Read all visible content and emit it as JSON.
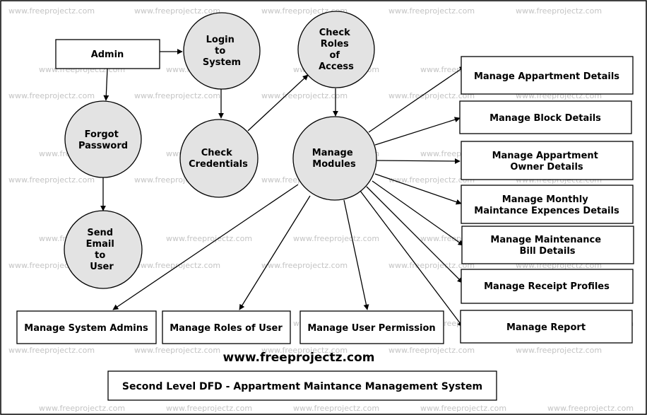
{
  "diagram": {
    "watermark": "www.freeprojectz.com",
    "website": "www.freeprojectz.com",
    "title": "Second Level DFD - Appartment Maintance Management System",
    "entities": {
      "admin": "Admin",
      "manage_appartment_details": "Manage Appartment Details",
      "manage_block_details": "Manage Block Details",
      "manage_appartment_owner_details": [
        "Manage Appartment",
        "Owner Details"
      ],
      "manage_monthly_maintance_expences_details": [
        "Manage Monthly",
        "Maintance Expences Details"
      ],
      "manage_maintenance_bill_details": [
        "Manage Maintenance",
        "Bill Details"
      ],
      "manage_receipt_profiles": "Manage Receipt Profiles",
      "manage_report": "Manage Report",
      "manage_system_admins": "Manage System Admins",
      "manage_roles_of_user": "Manage Roles of User",
      "manage_user_permission": "Manage User Permission"
    },
    "processes": {
      "login_to_system": [
        "Login",
        "to",
        "System"
      ],
      "check_roles_of_access": [
        "Check",
        "Roles",
        "of",
        "Access"
      ],
      "forgot_password": [
        "Forgot",
        "Password"
      ],
      "check_credentials": [
        "Check",
        "Credentials"
      ],
      "manage_modules": [
        "Manage",
        "Modules"
      ],
      "send_email_to_user": [
        "Send",
        "Email",
        "to",
        "User"
      ]
    },
    "flows": [
      {
        "from": "Admin",
        "to": "Login to System"
      },
      {
        "from": "Admin",
        "to": "Forgot Password"
      },
      {
        "from": "Login to System",
        "to": "Check Credentials"
      },
      {
        "from": "Check Credentials",
        "to": "Check Roles of Access"
      },
      {
        "from": "Check Roles of Access",
        "to": "Manage Modules"
      },
      {
        "from": "Forgot Password",
        "to": "Send Email to User"
      },
      {
        "from": "Manage Modules",
        "to": "Manage Appartment Details"
      },
      {
        "from": "Manage Modules",
        "to": "Manage Block Details"
      },
      {
        "from": "Manage Modules",
        "to": "Manage Appartment Owner Details"
      },
      {
        "from": "Manage Modules",
        "to": "Manage Monthly Maintance Expences Details"
      },
      {
        "from": "Manage Modules",
        "to": "Manage Maintenance Bill Details"
      },
      {
        "from": "Manage Modules",
        "to": "Manage Receipt Profiles"
      },
      {
        "from": "Manage Modules",
        "to": "Manage Report"
      },
      {
        "from": "Manage Modules",
        "to": "Manage System Admins"
      },
      {
        "from": "Manage Modules",
        "to": "Manage Roles of User"
      },
      {
        "from": "Manage Modules",
        "to": "Manage User Permission"
      }
    ],
    "colors": {
      "process_fill": "#e3e3e3",
      "stroke": "#000000",
      "watermark": "#c4c4c4",
      "background": "#ffffff"
    }
  }
}
